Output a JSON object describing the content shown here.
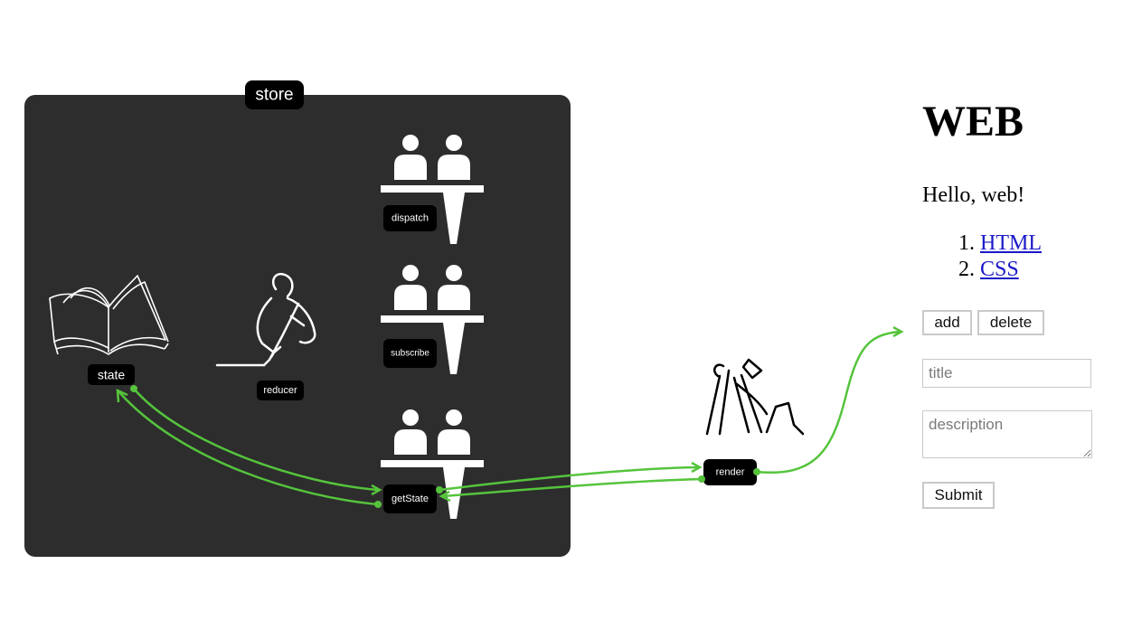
{
  "store": {
    "title": "store"
  },
  "nodes": {
    "state": "state",
    "reducer": "reducer",
    "dispatch": "dispatch",
    "subscribe": "subscribe",
    "getState": "getState",
    "render": "render"
  },
  "colors": {
    "panel": "#2d2d2d",
    "arrow": "#55c43c",
    "label_bg": "#000000"
  },
  "icons": {
    "state": "open-book-icon",
    "reducer": "person-writing-icon",
    "dispatch": "clerk-counter-icon",
    "subscribe": "clerk-counter-icon",
    "getState": "clerk-counter-icon",
    "render": "worker-digging-icon"
  },
  "web": {
    "heading": "WEB",
    "greeting": "Hello, web!",
    "links": [
      "HTML",
      "CSS"
    ],
    "add_label": "add",
    "delete_label": "delete",
    "title_placeholder": "title",
    "description_placeholder": "description",
    "submit_label": "Submit"
  }
}
